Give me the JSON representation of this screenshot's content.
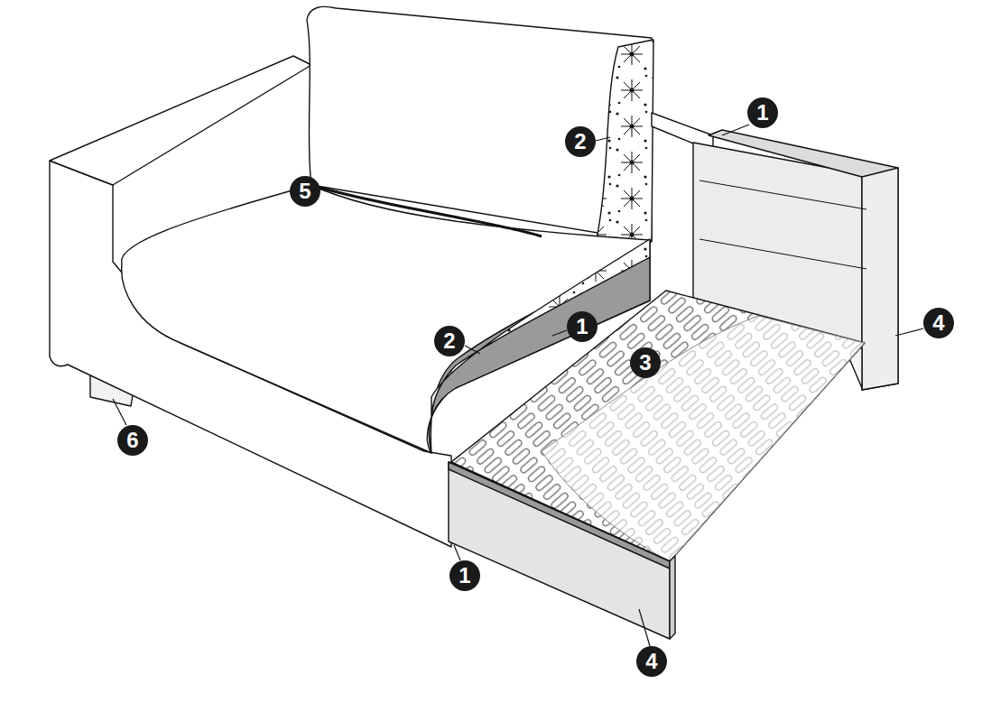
{
  "diagram": {
    "labels": [
      "1",
      "2",
      "5",
      "1",
      "4",
      "2",
      "3",
      "6",
      "1",
      "4"
    ]
  }
}
